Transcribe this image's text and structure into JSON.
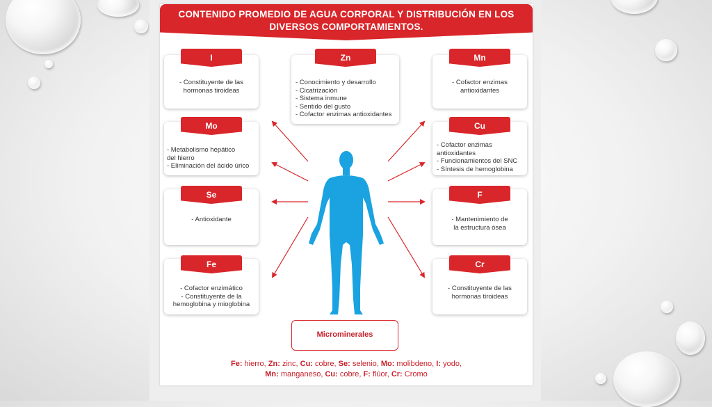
{
  "title": {
    "line1": "CONTENIDO PROMEDIO DE AGUA CORPORAL Y DISTRIBUCIÓN EN LOS",
    "line2": "DIVERSOS COMPORTAMIENTOS."
  },
  "cards": {
    "i": {
      "tab": "I",
      "lines": [
        "- Constituyente de las",
        "hormonas tiroideas"
      ]
    },
    "zn": {
      "tab": "Zn",
      "lines": [
        "- Conocimiento y desarrollo",
        "- Cicatrización",
        "- Sistema inmune",
        "- Sentido del gusto",
        "- Cofactor enzimas antioxidantes"
      ]
    },
    "mn": {
      "tab": "Mn",
      "lines": [
        "- Cofactor enzimas",
        "antioxidantes"
      ]
    },
    "mo": {
      "tab": "Mo",
      "lines": [
        "- Metabolismo hepático",
        "del hierro",
        "- Eliminación del ácido úrico"
      ]
    },
    "cu": {
      "tab": "Cu",
      "lines": [
        "- Cofactor enzimas",
        "antioxidantes",
        "- Funcionamientos del SNC",
        "- Síntesis de hemoglobina"
      ]
    },
    "se": {
      "tab": "Se",
      "lines": [
        "- Antioxidante"
      ]
    },
    "f": {
      "tab": "F",
      "lines": [
        "- Mantenimiento de",
        "la estructura ósea"
      ]
    },
    "fe": {
      "tab": "Fe",
      "lines": [
        "- Cofactor enzimático",
        "- Constituyente de la",
        "hemoglobina y mioglobina"
      ]
    },
    "cr": {
      "tab": "Cr",
      "lines": [
        "- Constituyente de las",
        "hormonas tiroideas"
      ]
    }
  },
  "center_label": "Microminerales",
  "legend": {
    "line1": [
      {
        "abbr": "Fe:",
        "name": " hierro, "
      },
      {
        "abbr": "Zn:",
        "name": " zinc, "
      },
      {
        "abbr": "Cu:",
        "name": " cobre, "
      },
      {
        "abbr": "Se:",
        "name": " selenio, "
      },
      {
        "abbr": "Mo:",
        "name": " molibdeno, "
      },
      {
        "abbr": "I:",
        "name": " yodo,"
      }
    ],
    "line2": [
      {
        "abbr": "Mn:",
        "name": " manganeso, "
      },
      {
        "abbr": "Cu:",
        "name": " cobre, "
      },
      {
        "abbr": "F:",
        "name": " flúor, "
      },
      {
        "abbr": "Cr:",
        "name": " Cromo"
      }
    ]
  },
  "colors": {
    "accent": "#d9262a",
    "figure": "#1aa3e0",
    "arrow": "#d9262a"
  }
}
